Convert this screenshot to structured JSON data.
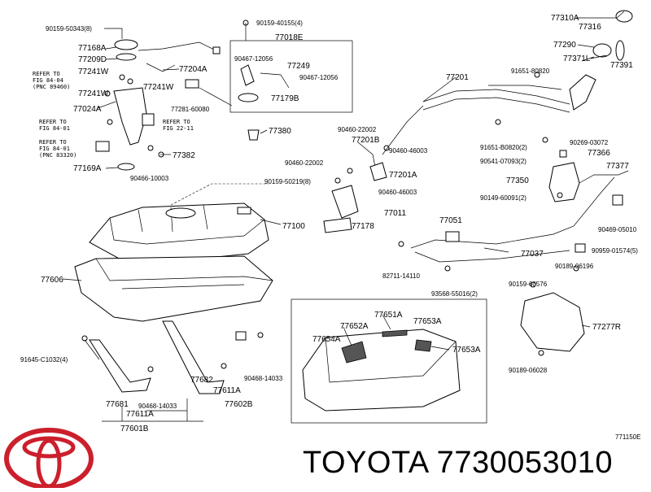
{
  "diagram": {
    "labels": {
      "p90159_50343": "90159-50343(8)",
      "p77168A": "77168A",
      "p77209D": "77209D",
      "p77204A": "77204A",
      "p77241W_a": "77241W",
      "p77241W_b": "77241W",
      "p77241W_c": "77241W",
      "p77024A": "77024A",
      "p77281_60080": "77281-60080",
      "p77169A": "77169A",
      "p90466_10003": "90466-10003",
      "p77382": "77382",
      "p90159_40155": "90159-40155(4)",
      "p77018E": "77018E",
      "p90467_12056_a": "90467-12056",
      "p77249": "77249",
      "p90467_12056_b": "90467-12056",
      "p77179B": "77179B",
      "p77380": "77380",
      "p77100": "77100",
      "p77606": "77606",
      "p90460_22002_a": "90460-22002",
      "p77201B": "77201B",
      "p90460_46003_a": "90460-46003",
      "p90460_22002_b": "90460-22002",
      "p77201A": "77201A",
      "p90159_50219": "90159-50219(8)",
      "p90460_46003_b": "90460-46003",
      "p77011": "77011",
      "p77178": "77178",
      "p77201": "77201",
      "p77310A": "77310A",
      "p77316": "77316",
      "p77290": "77290",
      "p77371L": "77371L",
      "p77391": "77391",
      "p91651_80820": "91651-80820",
      "p91651_B0820": "91651-B0820(2)",
      "p90269_03072": "90269-03072",
      "p77366": "77366",
      "p90541_07093": "90541-07093(2)",
      "p77377": "77377",
      "p77350": "77350",
      "p90149_60091": "90149-60091(2)",
      "p90469_05010": "90469-05010",
      "p77051": "77051",
      "p77037": "77037",
      "p90959_01574": "90959-01574(5)",
      "p82711_14110": "82711-14110",
      "p93568_55016": "93568-55016(2)",
      "p90189_06196": "90189-06196",
      "p90159_60576": "90159-60576",
      "p77277R": "77277R",
      "p90189_06028": "90189-06028",
      "p77651A": "77651A",
      "p77652A": "77652A",
      "p77653A_a": "77653A",
      "p77654A": "77654A",
      "p77653A_b": "77653A",
      "p91645_C1032": "91645-C1032(4)",
      "p77682": "77682",
      "p77611A_a": "77611A",
      "p90468_14033_a": "90468-14033",
      "p77681": "77681",
      "p90468_14033_b": "90468-14033",
      "p77611A_b": "77611A",
      "p77602B": "77602B",
      "p77601B": "77601B",
      "catalog_code": "771150E"
    },
    "references": {
      "r1": [
        "REFER TO",
        "FIG 84-04",
        "(PNC 89460)"
      ],
      "r2": [
        "REFER TO",
        "FIG 84-01"
      ],
      "r3": [
        "REFER TO",
        "FIG 22-11"
      ],
      "r4": [
        "REFER TO",
        "FIG 84-01",
        "(PNC 83320)"
      ]
    }
  },
  "footer": {
    "brand": "TOYOTA 7730053010",
    "logo": "toyota-logo"
  }
}
